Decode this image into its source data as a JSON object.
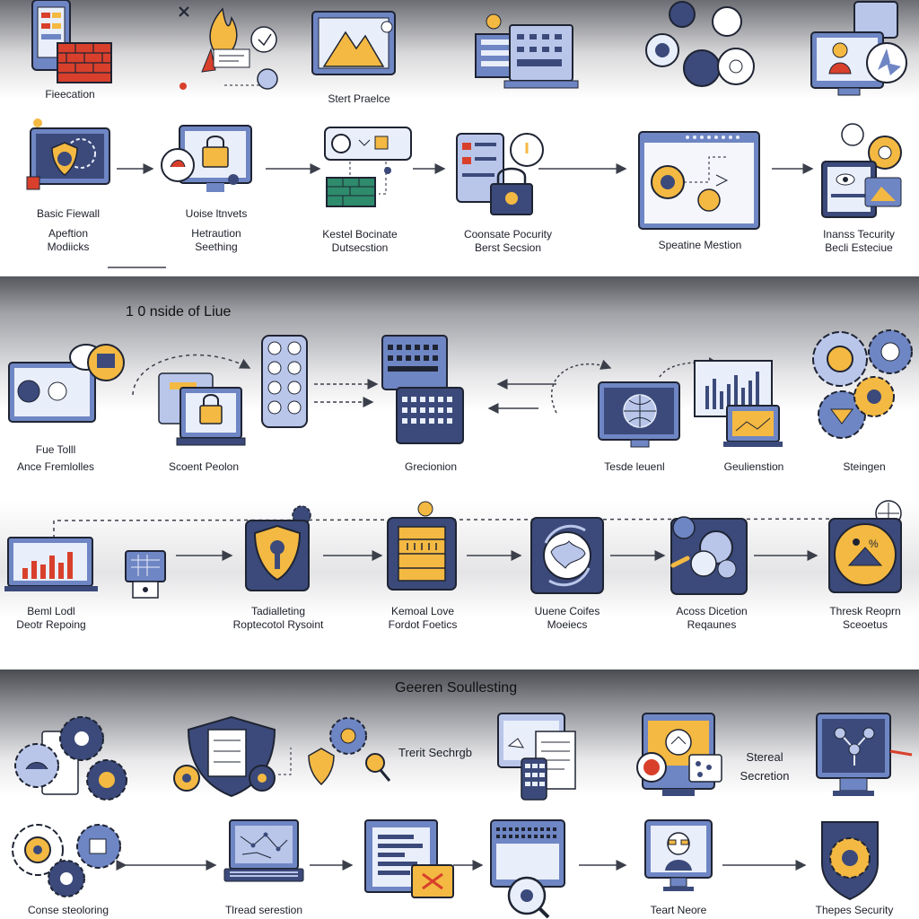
{
  "sections": {
    "s2_title": "1 0 nside of Liue",
    "s3_title": "Geeren Soullesting"
  },
  "row1": {
    "labels": [
      "Fieecation",
      "Stert Praelce"
    ]
  },
  "row2": {
    "labels": [
      [
        "Basic Fiewall",
        "Apeftion",
        "Modiicks"
      ],
      [
        "Uoise ltnvets",
        "Hetraution",
        "Seething"
      ],
      [
        "Kestel Bocinate",
        "Dutsecstion"
      ],
      [
        "Coonsate Pocurity",
        "Berst Secsion"
      ],
      [
        "Speatine Mestion"
      ],
      [
        "Inanss Tecurity",
        "Becli Esteciue"
      ]
    ]
  },
  "row3": {
    "labels": [
      [
        "Fue Tolll",
        "Ance Fremlolles"
      ],
      [
        "Scoent Peolon"
      ],
      [
        "Grecionion"
      ],
      [
        "Tesde leuenl"
      ],
      [
        "Geulienstion"
      ],
      [
        "Steingen"
      ]
    ]
  },
  "row4": {
    "labels": [
      [
        "Beml Lodl",
        "Deotr Repoing"
      ],
      [
        "Tadialleting",
        "Roptecotol Rysoint"
      ],
      [
        "Kemoal Love",
        "Fordot Foetics"
      ],
      [
        "Uuene Coifes",
        "Moeiecs"
      ],
      [
        "Acoss Dicetion",
        "Reqaunes"
      ],
      [
        "Thresk Reoprn",
        "Sceoetus"
      ]
    ]
  },
  "row5": {
    "labels": [
      "Trerit Sechrgb",
      [
        "Stereal",
        "Secretion"
      ]
    ]
  },
  "row6": {
    "labels": [
      "Conse steoloring",
      "Tlread serestion",
      "Teart Neore",
      "Thepes Security"
    ]
  },
  "colors": {
    "navy": "#3b4a7a",
    "blue": "#6f86c4",
    "light": "#b9c6ea",
    "yellow": "#f4b942",
    "red": "#d8402c",
    "green": "#2e8b6b"
  }
}
